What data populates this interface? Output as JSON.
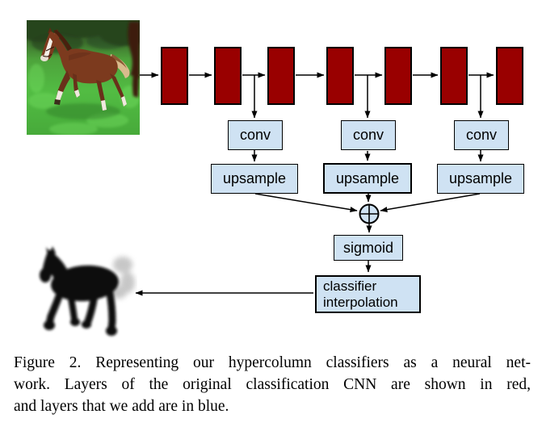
{
  "figure": {
    "caption": {
      "lines": [
        "Figure 2. Representing our hypercolumn classifiers as a neural net-",
        "work. Layers of the original classification CNN are shown in red,",
        "and layers that we add are in blue."
      ]
    },
    "diagram": {
      "colors": {
        "cnn_layer_fill": "#990000",
        "added_layer_fill": "#cfe2f3",
        "border": "#000000",
        "arrow": "#000000"
      },
      "cnn_layer_count": 7,
      "conv_labels": [
        "conv",
        "conv",
        "conv"
      ],
      "upsample_labels": [
        "upsample",
        "upsample",
        "upsample"
      ],
      "sum_symbol": "⊕",
      "sigmoid_label": "sigmoid",
      "classifier_lines": [
        "classifier",
        "interpolation"
      ]
    },
    "images": {
      "input": "horse-photo",
      "output": "horse-segmentation-silhouette"
    }
  }
}
